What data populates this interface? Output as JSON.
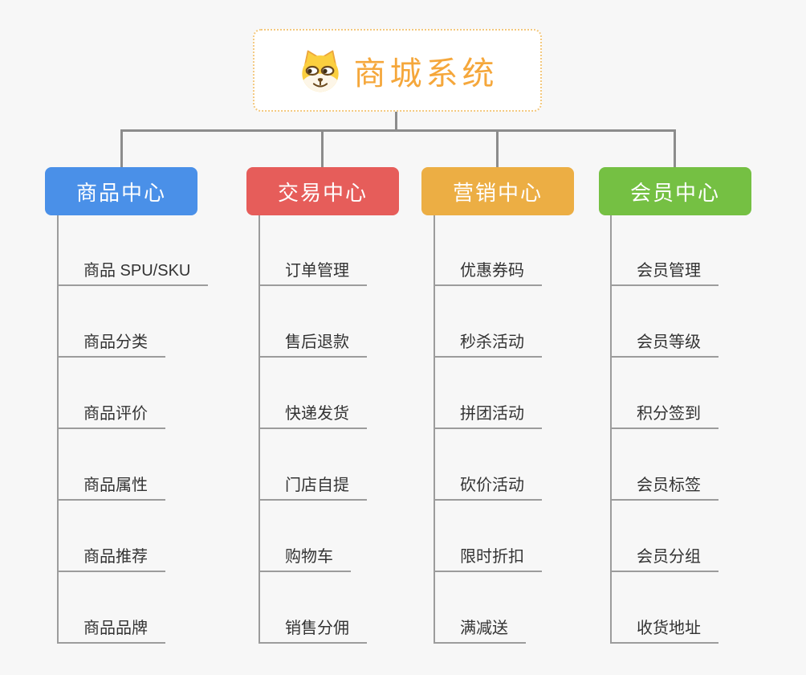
{
  "page": {
    "background": "#f7f7f7",
    "connector_color": "#8c8c8c",
    "underline_color": "#9c9c9c"
  },
  "root": {
    "title": "商城系统",
    "icon": "shiba-dog-icon",
    "title_color": "#f5a73b",
    "border_color": "#f3c87e",
    "background": "#ffffff"
  },
  "branches": [
    {
      "label": "商品中心",
      "color": "#4a90e8",
      "items": [
        "商品 SPU/SKU",
        "商品分类",
        "商品评价",
        "商品属性",
        "商品推荐",
        "商品品牌"
      ]
    },
    {
      "label": "交易中心",
      "color": "#e65d5a",
      "items": [
        "订单管理",
        "售后退款",
        "快递发货",
        "门店自提",
        "购物车",
        "销售分佣"
      ]
    },
    {
      "label": "营销中心",
      "color": "#ecae44",
      "items": [
        "优惠券码",
        "秒杀活动",
        "拼团活动",
        "砍价活动",
        "限时折扣",
        "满减送"
      ]
    },
    {
      "label": "会员中心",
      "color": "#75c043",
      "items": [
        "会员管理",
        "会员等级",
        "积分签到",
        "会员标签",
        "会员分组",
        "收货地址"
      ]
    }
  ]
}
